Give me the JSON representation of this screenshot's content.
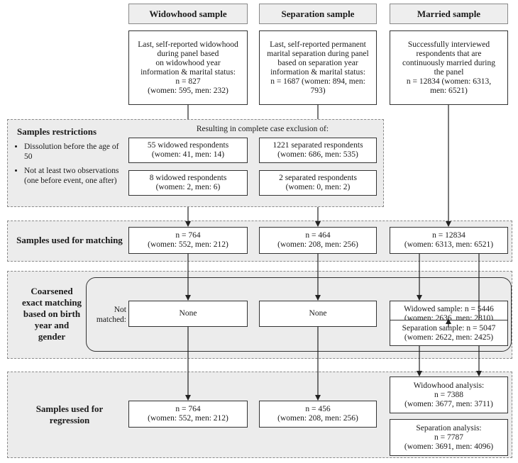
{
  "headers": {
    "widowhood": "Widowhood sample",
    "separation": "Separation sample",
    "married": "Married sample"
  },
  "top_boxes": {
    "widowhood": "Last, self-reported widowhood\nduring panel based\non widowhood year\ninformation & marital status:\nn = 827\n(women: 595, men: 232)",
    "separation": "Last, self-reported permanent\nmarital separation during panel\nbased on separation year\ninformation & marital status:\nn = 1687 (women: 894, men:\n793)",
    "married": "Successfully interviewed\nrespondents that are\ncontinuously married during\nthe panel\nn = 12834 (women: 6313,\nmen: 6521)"
  },
  "restrictions": {
    "title": "Samples restrictions",
    "resulting_label": "Resulting in complete case exclusion of:",
    "bullets": [
      "Dissolution before the age of 50",
      "Not at least two observations (one before event, one after)"
    ],
    "widowed_dissolution": "55 widowed respondents\n(women: 41, men: 14)",
    "separated_dissolution": "1221 separated respondents\n(women: 686, men: 535)",
    "widowed_observations": "8 widowed respondents\n(women: 2, men: 6)",
    "separated_observations": "2 separated respondents\n(women: 0, men: 2)"
  },
  "matching": {
    "title": "Samples used for matching",
    "widowhood": "n = 764\n(women: 552, men: 212)",
    "separation": "n = 464\n(women: 208, men: 256)",
    "married": "n = 12834\n(women: 6313,  men: 6521)"
  },
  "cem": {
    "title": "Coarsened\nexact matching\nbased on birth\nyear and\ngender",
    "not_matched": "Not\nmatched:",
    "widowhood_none": "None",
    "separation_none": "None",
    "widowed_sample": "Widowed sample: n = 5446\n(women: 2636, men: 2810)",
    "separation_sample": "Separation sample: n = 5047\n(women: 2622, men: 2425)"
  },
  "regression": {
    "title": "Samples used for\nregression",
    "widowhood": "n = 764\n(women: 552, men: 212)",
    "separation": "n = 456\n(women: 208, men: 256)",
    "widowhood_analysis": "Widowhood analysis:\nn = 7388\n(women: 3677, men: 3711)",
    "separation_analysis": "Separation analysis:\nn = 7787\n(women: 3691, men: 4096)"
  }
}
